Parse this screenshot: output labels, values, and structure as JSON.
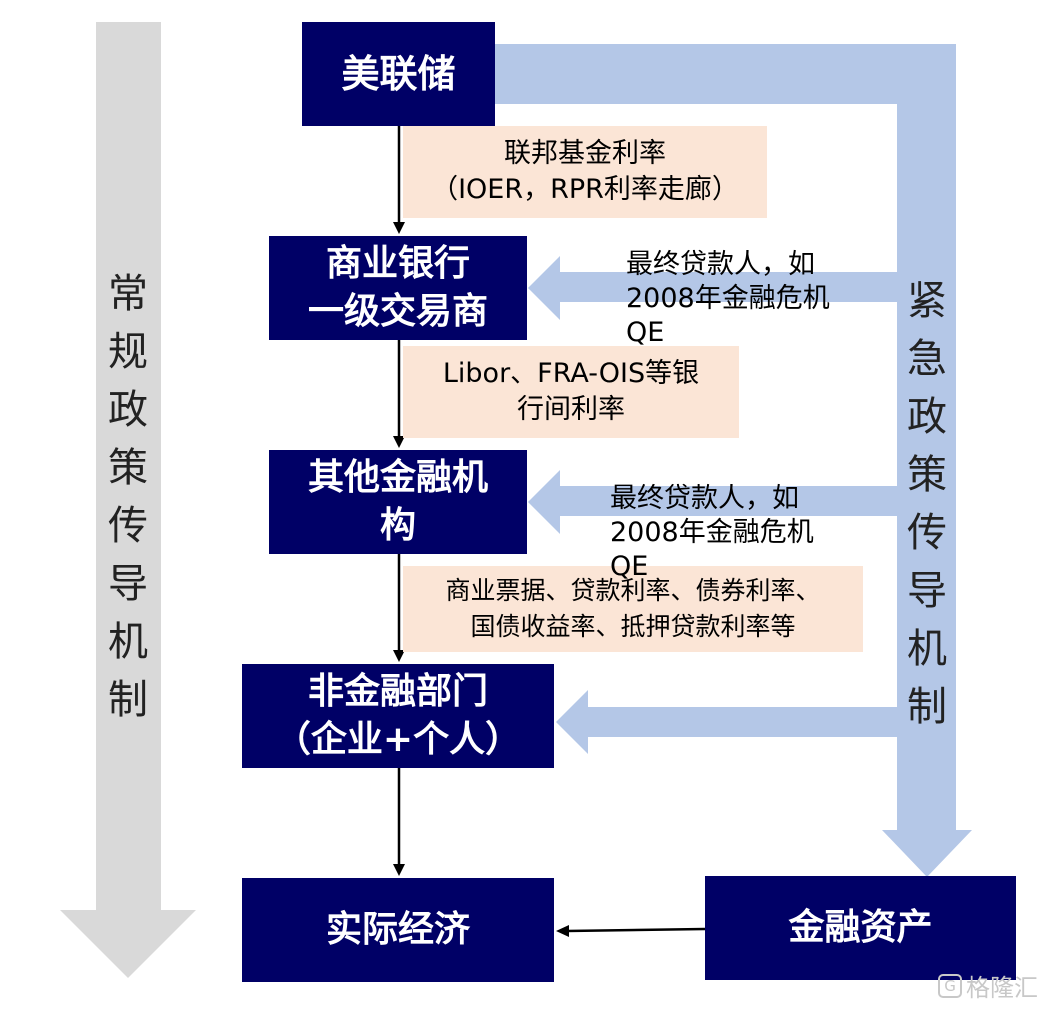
{
  "nodes": {
    "fed": "美联储",
    "banks_l1": "商业银行",
    "banks_l2": "一级交易商",
    "other_l1": "其他金融机",
    "other_l2": "构",
    "nonfin_l1": "非金融部门",
    "nonfin_l2": "（企业+个人）",
    "real_economy": "实际经济",
    "fin_assets": "金融资产"
  },
  "rates": {
    "fed_l1": "联邦基金利率",
    "fed_l2": "（IOER，RPR利率走廊）",
    "bank_l1": "Libor、FRA-OIS等银",
    "bank_l2": "行间利率",
    "market_l1": "商业票据、贷款利率、债券利率、",
    "market_l2": "国债收益率、抵押贷款利率等"
  },
  "emergency_notes": [
    {
      "l1": "最终贷款人，如",
      "l2": "2008年金融危机",
      "l3": "QE"
    },
    {
      "l1": "最终贷款人，如",
      "l2": "2008年金融危机",
      "l3": "QE"
    }
  ],
  "side_labels": {
    "regular": [
      "常",
      "规",
      "政",
      "策",
      "传",
      "导",
      "机",
      "制"
    ],
    "emergency": [
      "紧",
      "急",
      "政",
      "策",
      "传",
      "导",
      "机",
      "制"
    ]
  },
  "watermark": "格隆汇",
  "colors": {
    "box": "#000066",
    "rate_label": "#fbe5d6",
    "emergency_arrow": "#b4c7e7",
    "regular_arrow": "#d9d9d9"
  }
}
